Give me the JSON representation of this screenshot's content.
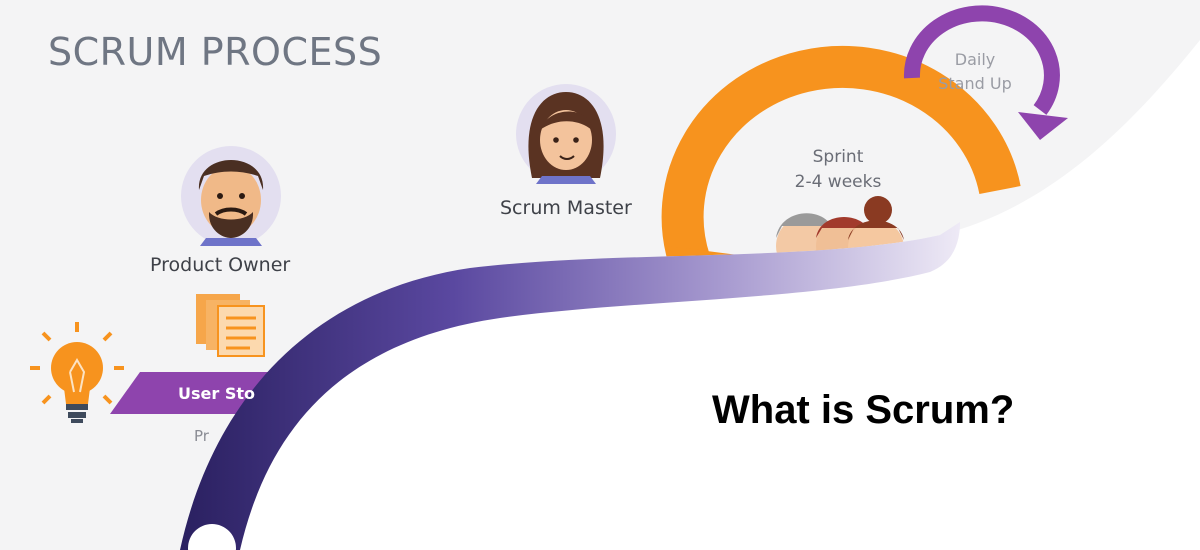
{
  "diagram": {
    "title": "SCRUM PROCESS",
    "roles": {
      "product_owner": "Product Owner",
      "scrum_master": "Scrum Master"
    },
    "sprint": {
      "line1": "Sprint",
      "line2": "2-4 weeks"
    },
    "daily": {
      "line1": "Daily",
      "line2": "Stand Up"
    },
    "user_stories": "User Stories",
    "priority": "Pr"
  },
  "banner": {
    "heading": "What is Scrum?"
  },
  "colors": {
    "orange": "#f7931e",
    "purple": "#8e44ad",
    "dark_purple": "#2f2668",
    "panel_bg": "#f4f4f5"
  },
  "icons": [
    "lightbulb-icon",
    "documents-icon",
    "product-owner-avatar",
    "scrum-master-avatar",
    "team-avatars"
  ]
}
